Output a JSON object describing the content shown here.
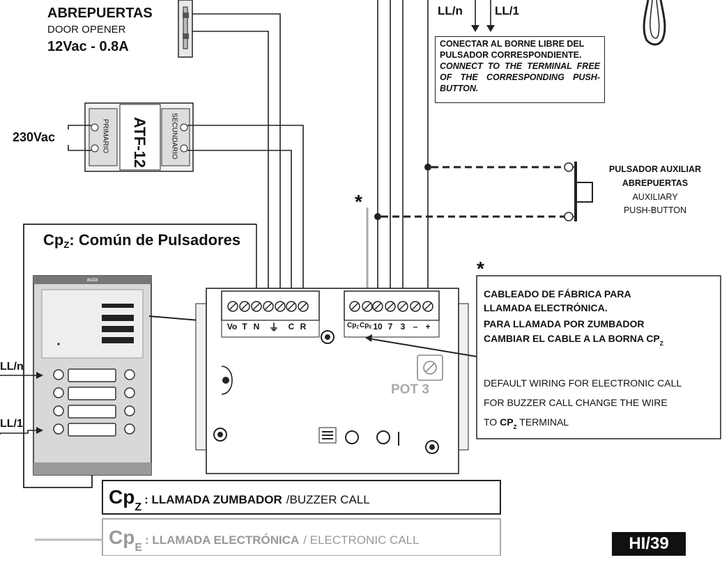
{
  "door_opener": {
    "title": "ABREPUERTAS",
    "subtitle": "DOOR OPENER",
    "rating": "12Vac - 0.8A"
  },
  "supply": {
    "mains_label": "230Vac",
    "transformer_model": "ATF-12",
    "primary_label": "PRIMARIO",
    "secondary_label": "SECUNDARIO"
  },
  "call_lines": {
    "line_n": "LL/n",
    "line_1": "LL/1"
  },
  "note_connect": {
    "es": "CONECTAR AL BORNE LIBRE DEL PULSADOR CORRESPONDIENTE.",
    "en": "CONNECT TO THE TERMINAL FREE OF THE CORRESPONDING PUSH-BUTTON."
  },
  "aux_button": {
    "es_line1": "PULSADOR AUXILIAR",
    "es_line2": "ABREPUERTAS",
    "en_line1": "AUXILIARY",
    "en_line2": "PUSH-BUTTON"
  },
  "common_buttons": {
    "prefix": "Cp",
    "subscript": "Z",
    "label": ": Común de Pulsadores"
  },
  "panel": {
    "brand": "auta"
  },
  "asterisk": "*",
  "note_wiring": {
    "es_line1": "CABLEADO DE FÁBRICA PARA",
    "es_line2": "LLAMADA ELECTRÓNICA.",
    "es_line3": "PARA LLAMADA POR ZUMBADOR",
    "es_line4": "CAMBIAR EL CABLE A LA BORNA CP",
    "es_line4_sub": "Z",
    "en_line1": "DEFAULT WIRING FOR ELECTRONIC CALL",
    "en_line2": "FOR BUZZER CALL CHANGE THE WIRE",
    "en_line3_a": "TO ",
    "en_line3_b": "CP",
    "en_line3_sub": "Z",
    "en_line3_c": " TERMINAL"
  },
  "terminals_left": [
    "Vo",
    "T",
    "N",
    "⏚",
    "C",
    "R"
  ],
  "terminals_right": [
    "Cp",
    "Cp",
    "10",
    "7",
    "3",
    "–",
    "+"
  ],
  "terminals_right_subs": [
    "Z",
    "E"
  ],
  "pot_label": "POT 3",
  "legend": {
    "buzzer_prefix": "Cp",
    "buzzer_sub": "Z",
    "buzzer_es": ": LLAMADA ZUMBADOR",
    "buzzer_en": "/BUZZER CALL",
    "electronic_prefix": "Cp",
    "electronic_sub": "E",
    "electronic_es": ": LLAMADA ELECTRÓNICA",
    "electronic_en": "/ ELECTRONIC CALL"
  },
  "page_code": "HI/39"
}
